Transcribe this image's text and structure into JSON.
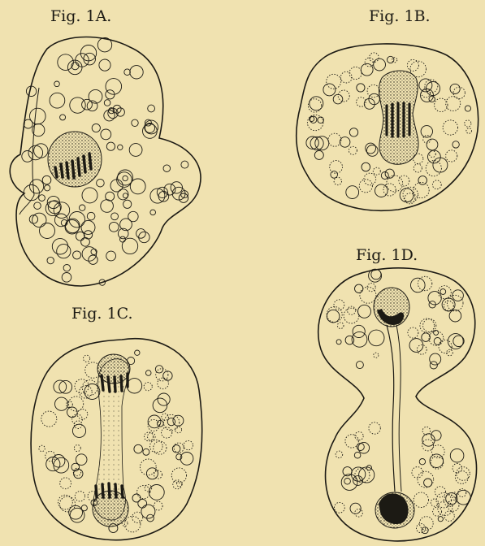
{
  "figures": [
    {
      "id": "1A",
      "label": "Fig. 1A."
    },
    {
      "id": "1B",
      "label": "Fig. 1B."
    },
    {
      "id": "1C",
      "label": "Fig. 1C."
    },
    {
      "id": "1D",
      "label": "Fig. 1D."
    }
  ],
  "colors": {
    "paper": "#f0e2b0",
    "ink": "#1c1a14"
  }
}
